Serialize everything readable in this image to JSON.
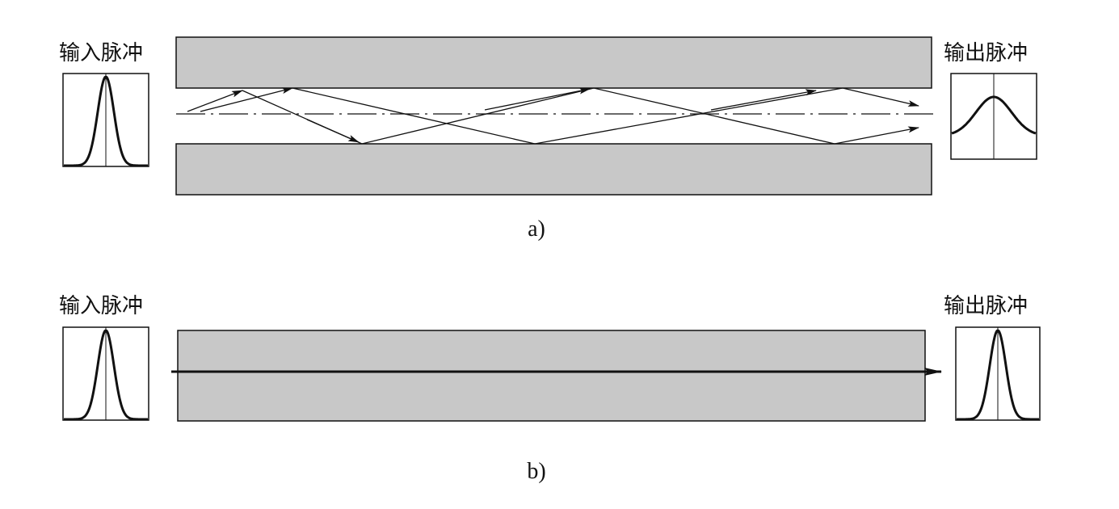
{
  "panel_a": {
    "caption": "a)",
    "input_label": "输入脉冲",
    "output_label": "输出脉冲",
    "input_pulse": "narrow-gaussian",
    "output_pulse": "broadened-gaussian",
    "propagation": "multimode-zigzag"
  },
  "panel_b": {
    "caption": "b)",
    "input_label": "输入脉冲",
    "output_label": "输出脉冲",
    "input_pulse": "narrow-gaussian",
    "output_pulse": "narrow-gaussian",
    "propagation": "single-mode-straight"
  },
  "colors": {
    "cladding": "#c8c8c8",
    "stroke": "#111111",
    "background": "#ffffff"
  }
}
